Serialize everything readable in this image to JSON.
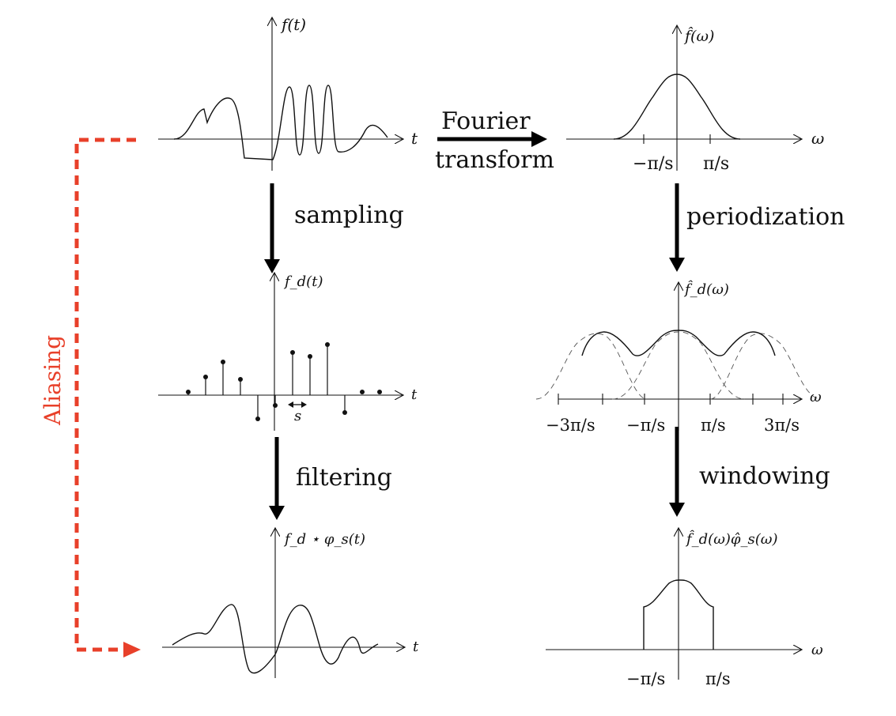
{
  "left_column": {
    "signal_label": "f(t)",
    "sampled_label": "f_d(t)",
    "filtered_label": "f_d ⋆ φ_s(t)",
    "time_axis": "t",
    "sampling_step": "s"
  },
  "right_column": {
    "spectrum_label": "f̂(ω)",
    "periodized_label": "f̂_d(ω)",
    "windowed_label": "f̂_d(ω)φ̂_s(ω)",
    "freq_axis": "ω",
    "ticks_small": [
      "−π/s",
      "π/s"
    ],
    "ticks_large": [
      "−3π/s",
      "−π/s",
      "π/s",
      "3π/s"
    ]
  },
  "steps": {
    "fourier_line1": "Fourier",
    "fourier_line2": "transform",
    "sampling": "sampling",
    "filtering": "filtering",
    "periodization": "periodization",
    "windowing": "windowing",
    "aliasing": "Aliasing"
  },
  "colors": {
    "ink": "#111111",
    "aliasing": "#e8402a"
  }
}
